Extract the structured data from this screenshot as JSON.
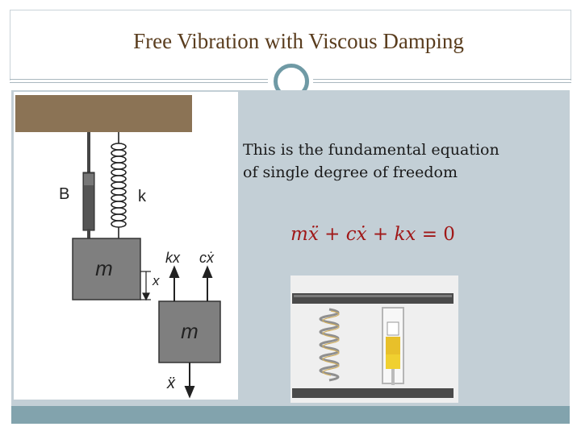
{
  "slide": {
    "title": "Free Vibration with Viscous Damping",
    "caption_line1": "This is the fundamental equation",
    "caption_line2": "of single degree of freedom",
    "equation": {
      "term1_coef": "m",
      "term1_var": "ẍ",
      "plus1": " + ",
      "term2_coef": "c",
      "term2_var": "ẋ",
      "plus2": " + ",
      "term3_coef": "k",
      "term3_var": "x",
      "rhs": " = 0"
    }
  },
  "diagram": {
    "damper_label": "B",
    "spring_label": "k",
    "mass_label": "m",
    "fbd_mass_label": "m",
    "spring_force_label": "kx",
    "damping_force_label": "cẋ",
    "displacement_label": "x",
    "acceleration_label": "ẍ"
  },
  "colors": {
    "title": "#5a3d1e",
    "ceiling": "#8b7355",
    "mass": "#7f7f7f",
    "equation": "#a01818",
    "panel": "#c3cfd6",
    "accent": "#6f9aa5"
  }
}
